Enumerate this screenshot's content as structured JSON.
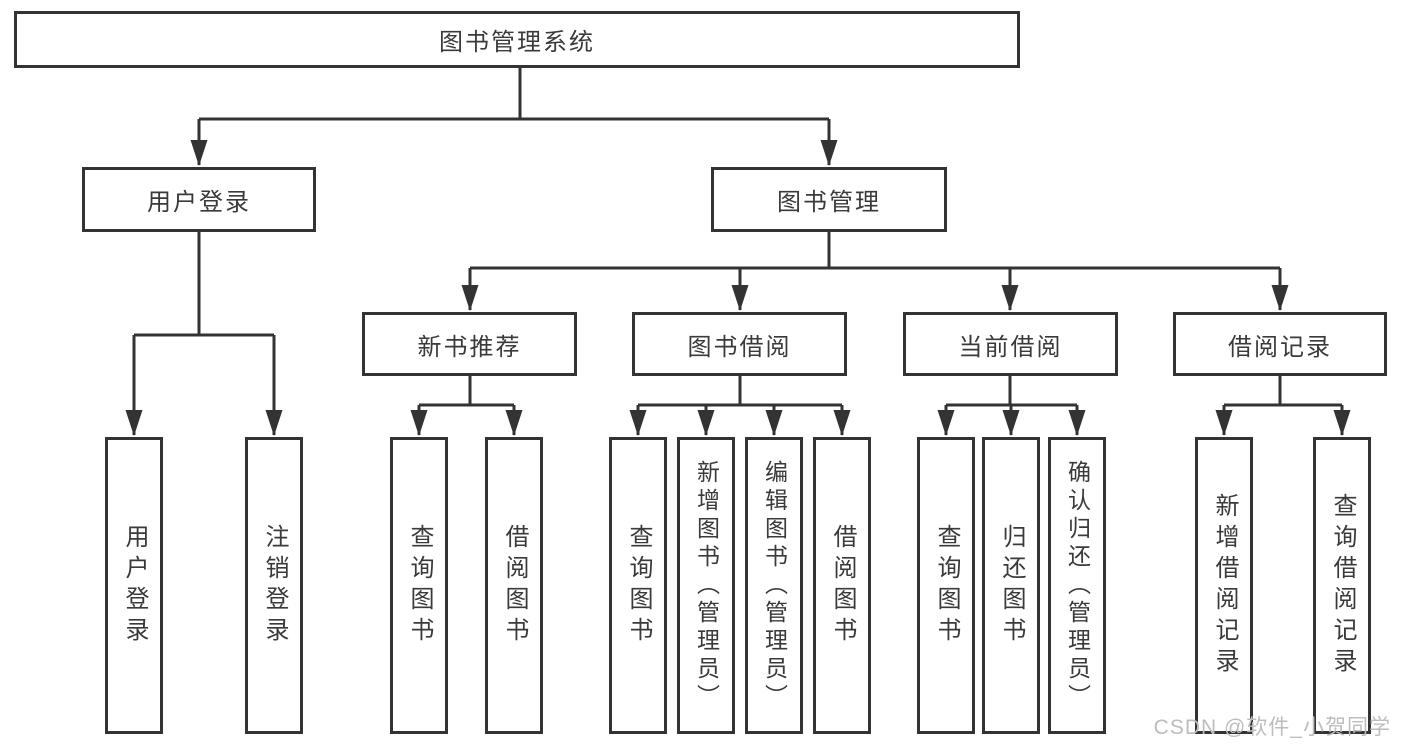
{
  "diagram_type": "functional-structure-tree",
  "tree": {
    "root": {
      "label": "图书管理系统",
      "children": [
        {
          "label": "用户登录",
          "children": [
            {
              "label": "用户登录"
            },
            {
              "label": "注销登录"
            }
          ]
        },
        {
          "label": "图书管理",
          "children": [
            {
              "label": "新书推荐",
              "children": [
                {
                  "label": "查询图书"
                },
                {
                  "label": "借阅图书"
                }
              ]
            },
            {
              "label": "图书借阅",
              "children": [
                {
                  "label": "查询图书"
                },
                {
                  "label": "新增图书（管理员）"
                },
                {
                  "label": "编辑图书（管理员）"
                },
                {
                  "label": "借阅图书"
                }
              ]
            },
            {
              "label": "当前借阅",
              "children": [
                {
                  "label": "查询图书"
                },
                {
                  "label": "归还图书"
                },
                {
                  "label": "确认归还（管理员）"
                }
              ]
            },
            {
              "label": "借阅记录",
              "children": [
                {
                  "label": "新增借阅记录"
                },
                {
                  "label": "查询借阅记录"
                }
              ]
            }
          ]
        }
      ]
    }
  },
  "watermark": "CSDN @软件_小贺同学",
  "colors": {
    "line": "#333333",
    "text": "#3a3a3a",
    "watermark": "#bdbdbd",
    "background": "#ffffff"
  }
}
